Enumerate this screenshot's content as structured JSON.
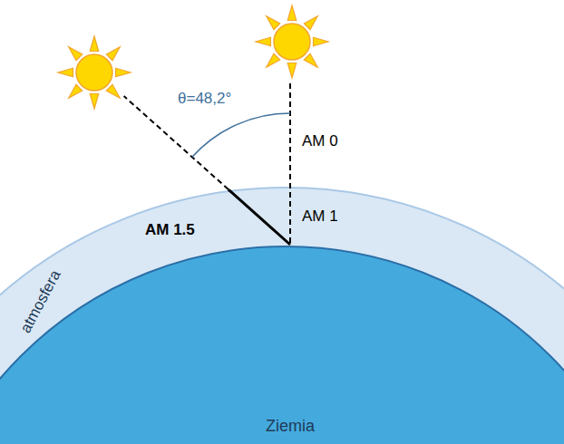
{
  "diagram": {
    "nodes": [
      {
        "text": [
          "atmosfera"
        ]
      },
      {
        "text": [
          "Ziemia"
        ],
        "in": 0
      }
    ],
    "labels": [
      "θ=48,2°",
      "AM 0",
      "AM 1",
      "AM 1.5"
    ]
  }
}
